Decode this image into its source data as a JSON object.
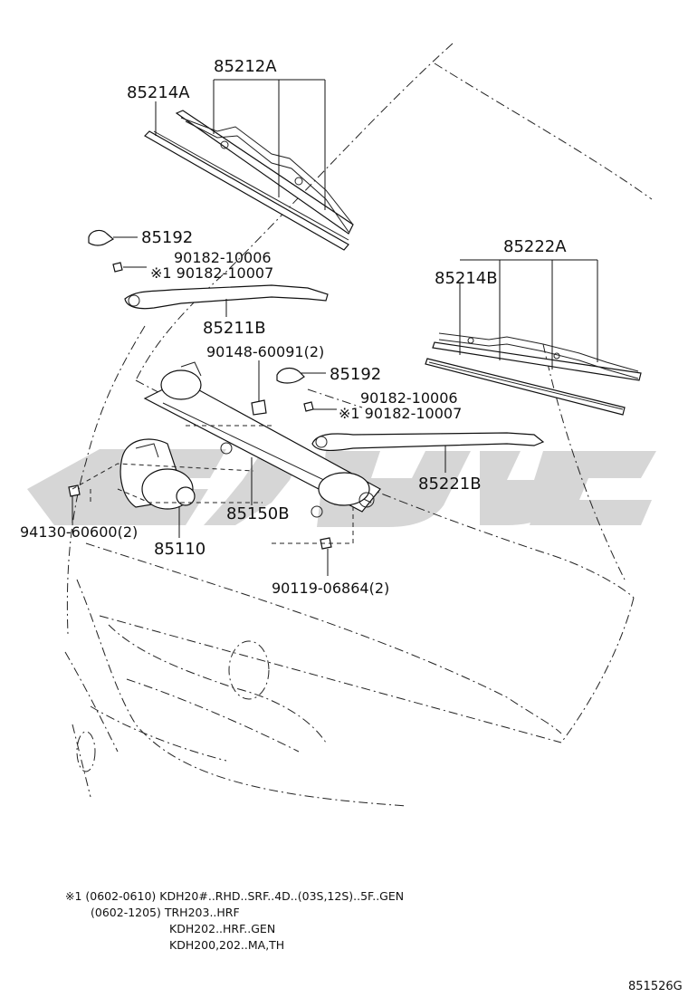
{
  "parts": {
    "p85212A": "85212A",
    "p85214A": "85214A",
    "p85192_left": "85192",
    "p90182_10006_left": "90182-10006",
    "p90182_10007_left": "※1 90182-10007",
    "p85211B": "85211B",
    "p90148": "90148-60091(2)",
    "p85192_right": "85192",
    "p90182_10006_right": "90182-10006",
    "p90182_10007_right": "※1 90182-10007",
    "p85222A": "85222A",
    "p85214B": "85214B",
    "p85221B": "85221B",
    "p85150B": "85150B",
    "p94130": "94130-60600(2)",
    "p85110": "85110",
    "p90119": "90119-06864(2)"
  },
  "notes": {
    "line1": "※1 (0602-0610) KDH20#..RHD..SRF..4D..(03S,12S)..5F..GEN",
    "line2": "(0602-1205) TRH203..HRF",
    "line3": "KDH202..HRF..GEN",
    "line4": "KDH200,202..MA,TH"
  },
  "diagram_ref": "851526G",
  "watermark_color": "#d2d2d2"
}
